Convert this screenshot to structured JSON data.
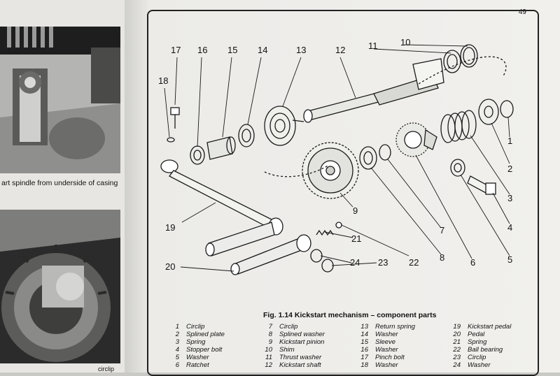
{
  "left_page": {
    "caption_top": "art spindle from underside of casing",
    "caption_bottom": "circlip"
  },
  "page_number": "49",
  "figure": {
    "caption": "Fig. 1.14 Kickstart mechanism – component parts",
    "legend_columns": [
      [
        {
          "num": "1",
          "name": "Circlip"
        },
        {
          "num": "2",
          "name": "Splined plate"
        },
        {
          "num": "3",
          "name": "Spring"
        },
        {
          "num": "4",
          "name": "Stopper bolt"
        },
        {
          "num": "5",
          "name": "Washer"
        },
        {
          "num": "6",
          "name": "Ratchet"
        }
      ],
      [
        {
          "num": "7",
          "name": "Circlip"
        },
        {
          "num": "8",
          "name": "Splined washer"
        },
        {
          "num": "9",
          "name": "Kickstart pinion"
        },
        {
          "num": "10",
          "name": "Shim"
        },
        {
          "num": "11",
          "name": "Thrust washer"
        },
        {
          "num": "12",
          "name": "Kickstart shaft"
        }
      ],
      [
        {
          "num": "13",
          "name": "Return spring"
        },
        {
          "num": "14",
          "name": "Washer"
        },
        {
          "num": "15",
          "name": "Sleeve"
        },
        {
          "num": "16",
          "name": "Washer"
        },
        {
          "num": "17",
          "name": "Pinch bolt"
        },
        {
          "num": "18",
          "name": "Washer"
        }
      ],
      [
        {
          "num": "19",
          "name": "Kickstart pedal"
        },
        {
          "num": "20",
          "name": "Pedal"
        },
        {
          "num": "21",
          "name": "Spring"
        },
        {
          "num": "22",
          "name": "Ball bearing"
        },
        {
          "num": "23",
          "name": "Circlip"
        },
        {
          "num": "24",
          "name": "Washer"
        }
      ]
    ],
    "callouts": [
      "1",
      "2",
      "3",
      "4",
      "5",
      "6",
      "7",
      "8",
      "9",
      "10",
      "11",
      "12",
      "13",
      "14",
      "15",
      "16",
      "17",
      "18",
      "19",
      "20",
      "21",
      "22",
      "23",
      "24"
    ]
  }
}
